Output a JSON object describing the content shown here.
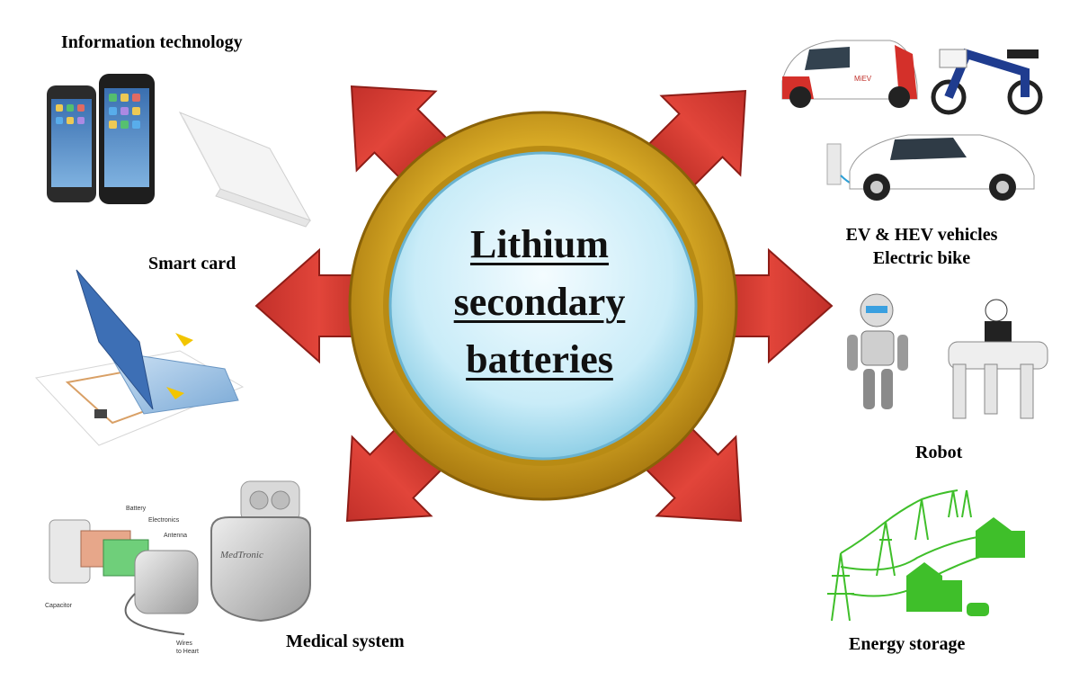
{
  "center": {
    "line1": "Lithium",
    "line2": "secondary",
    "line3": "batteries"
  },
  "labels": {
    "info_tech": "Information technology",
    "smart_card": "Smart card",
    "medical": "Medical system",
    "ev_line1": "EV & HEV vehicles",
    "ev_line2": "Electric bike",
    "robot": "Robot",
    "energy": "Energy storage"
  },
  "device_text": {
    "mievs": "MiEV",
    "medtronic": "MedTronic",
    "battery": "Battery",
    "electronics": "Electronics",
    "antenna": "Antenna",
    "capacitor": "Capacitor",
    "wires": "Wires",
    "to_heart": "to Heart"
  },
  "colors": {
    "arrow_red": "#d63a30",
    "ring_gold": "#d9a81e",
    "center_blue": "#c8ecf8",
    "energy_green": "#3fbf2a"
  }
}
